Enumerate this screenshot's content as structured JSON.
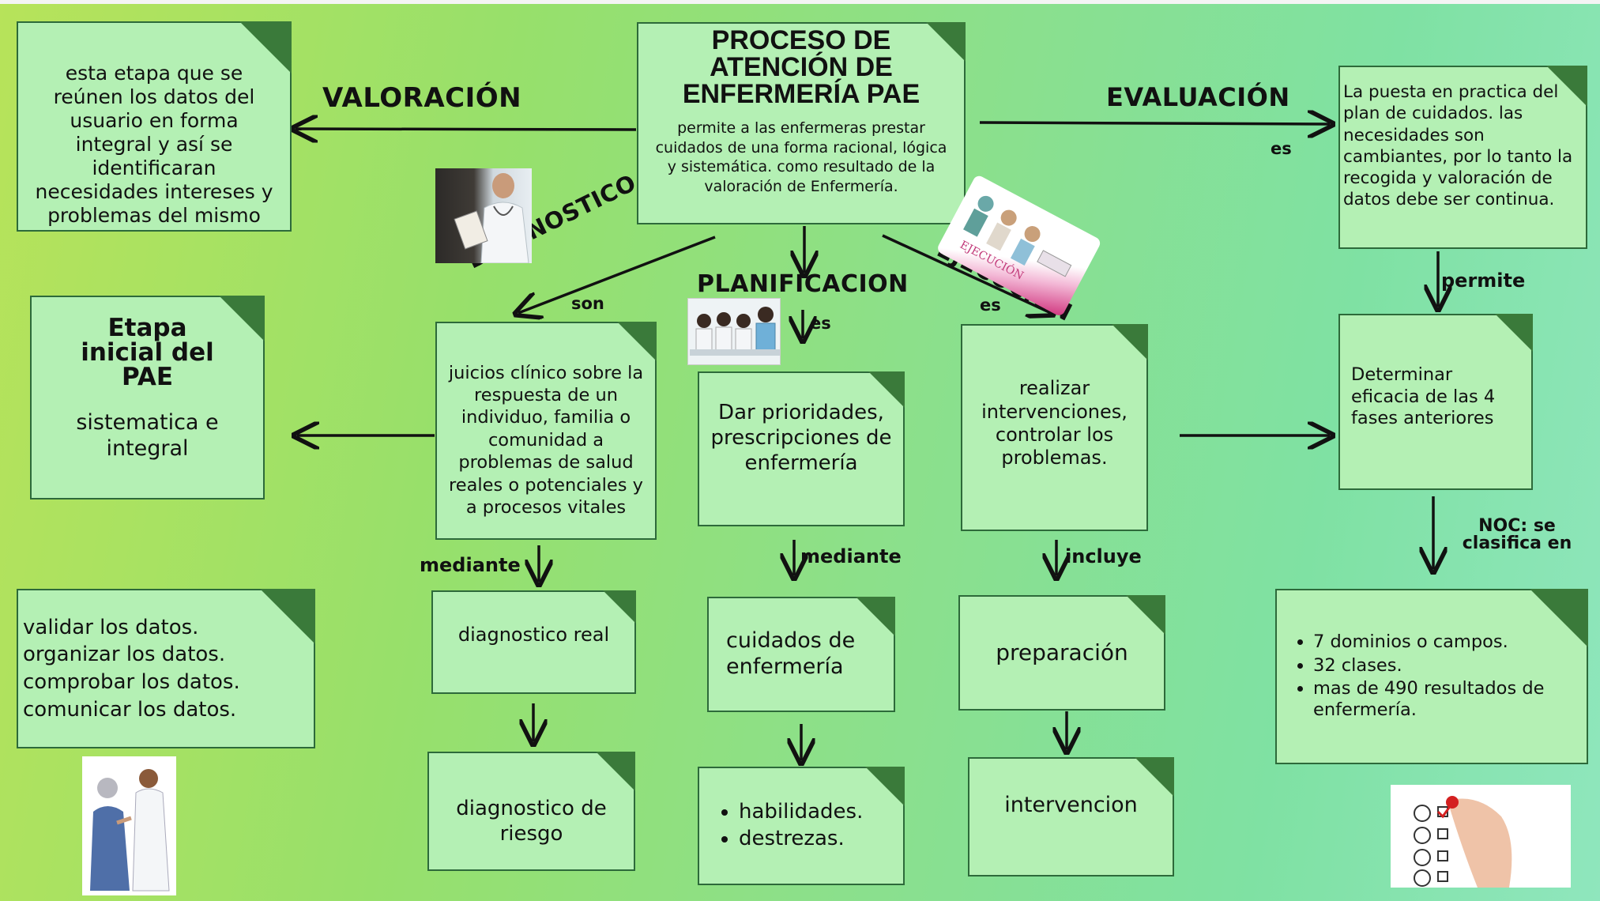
{
  "center": {
    "title": "PROCESO DE ATENCIÓN DE ENFERMERÍA PAE",
    "desc": "permite a las enfermeras prestar cuidados de una forma racional, lógica y sistemática. como resultado de la valoración de Enfermería."
  },
  "stages": {
    "valoracion": "VALORACIÓN",
    "evaluacion": "EVALUACIÓN",
    "diagnostico": "DIAGNOSTICO",
    "planificacion": "PLANIFICACION",
    "ejecucion": "EJECUCIÓN"
  },
  "connectors": {
    "son": "son",
    "es_plan": "es",
    "es_ejec": "es",
    "es_eval": "es",
    "permite": "permite",
    "noc": "NOC: se clasifica en",
    "mediante_diag": "mediante",
    "mediante_plan": "mediante",
    "incluye": "incluye"
  },
  "notes": {
    "valoracion_desc": "esta etapa que se reúnen los datos del usuario en forma integral y así se identificaran necesidades intereses y problemas del mismo",
    "etapa_title": "Etapa inicial del PAE",
    "etapa_desc": "sistematica e integral",
    "validar": [
      "validar los datos.",
      "organizar los datos.",
      "comprobar los datos.",
      "comunicar los datos."
    ],
    "juicios": "juicios clínico sobre la respuesta de un individuo, familia o comunidad a problemas de salud reales o potenciales y a procesos vitales",
    "diag_real": "diagnostico real",
    "diag_riesgo": "diagnostico de riesgo",
    "prioridades": "Dar prioridades, prescripciones de enfermería",
    "cuidados": "cuidados de enfermería",
    "habilidades": [
      "habilidades.",
      "destrezas."
    ],
    "intervenciones": "realizar intervenciones, controlar los problemas.",
    "preparacion": "preparación",
    "intervencion": "intervencion",
    "evaluacion_desc": "La puesta en practica del plan de cuidados. las necesidades son cambiantes, por lo tanto la recogida y valoración de datos debe ser continua.",
    "eficacia": "Determinar eficacia de las 4 fases anteriores",
    "noc_list": [
      "7 dominios o campos.",
      "32 clases.",
      "mas de 490 resultados de enfermería."
    ]
  },
  "images": {
    "ejecucion_sticker": "EJECUCIÓN"
  },
  "colors": {
    "note_fill": "#b4f0b4",
    "note_border": "#2d6a3a",
    "fold": "#3a7a3a"
  }
}
